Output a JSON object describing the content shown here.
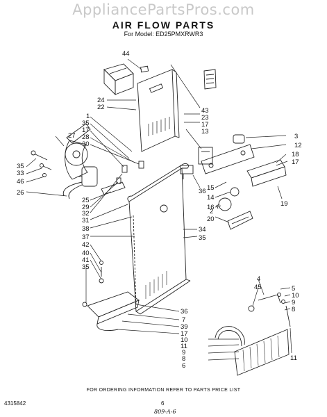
{
  "watermark": "AppliancePartsPros.com",
  "header": {
    "title": "AIR FLOW PARTS",
    "model_line": "For Model: ED25PMXRWR3"
  },
  "footer": {
    "ordering_info": "FOR ORDERING INFORMATION REFER TO PARTS PRICE LIST",
    "doc_number": "4315842",
    "page_number": "6",
    "handwritten_note": "809-A-6"
  },
  "callouts": {
    "n44": "44",
    "n24": "24",
    "n22": "22",
    "n1": "1",
    "n35a": "35",
    "n17a": "17",
    "n28": "28",
    "n30": "30",
    "n43": "43",
    "n23": "23",
    "n17b": "17",
    "n13": "13",
    "n3": "3",
    "n12": "12",
    "n18": "18",
    "n17c": "17",
    "n27": "27",
    "n35b": "35",
    "n33": "33",
    "n46": "46",
    "n26": "26",
    "n25": "25",
    "n29": "29",
    "n32": "32",
    "n31": "31",
    "n38": "38",
    "n37": "37",
    "n42": "42",
    "n40": "40",
    "n41": "41",
    "n35c": "35",
    "n36a": "36",
    "n15": "15",
    "n14": "14",
    "n16": "16",
    "n2": "2",
    "n20": "20",
    "n19": "19",
    "n34": "34",
    "n35d": "35",
    "n36b": "36",
    "n7": "7",
    "n39": "39",
    "n17d": "17",
    "n10a": "10",
    "n11a": "11",
    "n9a": "9",
    "n8a": "8",
    "n6a": "6",
    "n4": "4",
    "n45": "45",
    "n5": "5",
    "n10b": "10",
    "n9b": "9",
    "n8b": "8",
    "n11b": "11"
  }
}
